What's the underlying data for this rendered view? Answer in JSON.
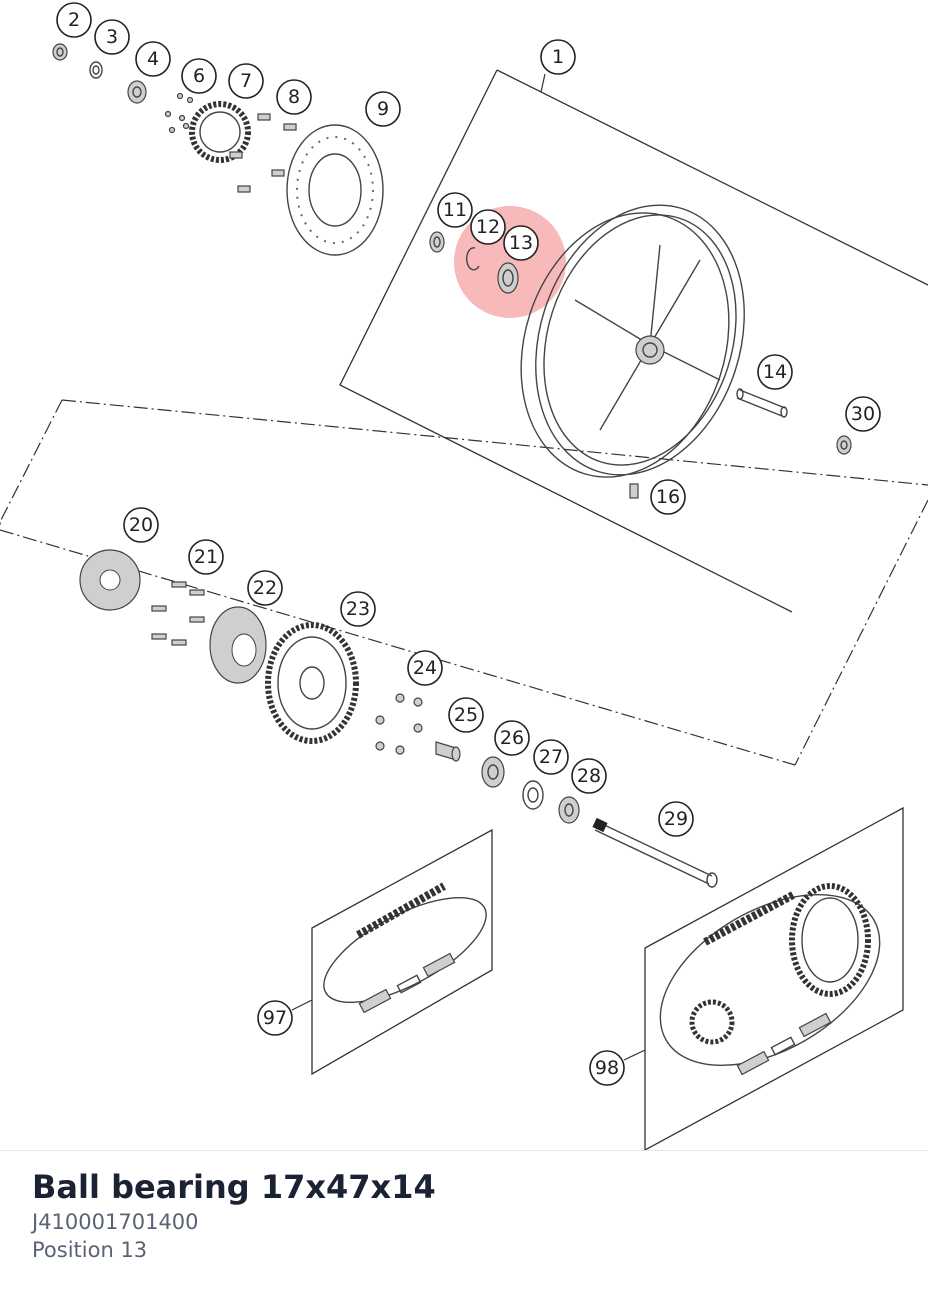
{
  "diagram": {
    "callouts": [
      "1",
      "2",
      "3",
      "4",
      "6",
      "7",
      "8",
      "9",
      "11",
      "12",
      "13",
      "14",
      "16",
      "20",
      "21",
      "22",
      "23",
      "24",
      "25",
      "26",
      "27",
      "28",
      "29",
      "30",
      "97",
      "98"
    ],
    "highlight_color": "#f08080"
  },
  "detail": {
    "name": "Ball bearing 17x47x14",
    "number": "J410001701400",
    "position": "Position 13"
  }
}
